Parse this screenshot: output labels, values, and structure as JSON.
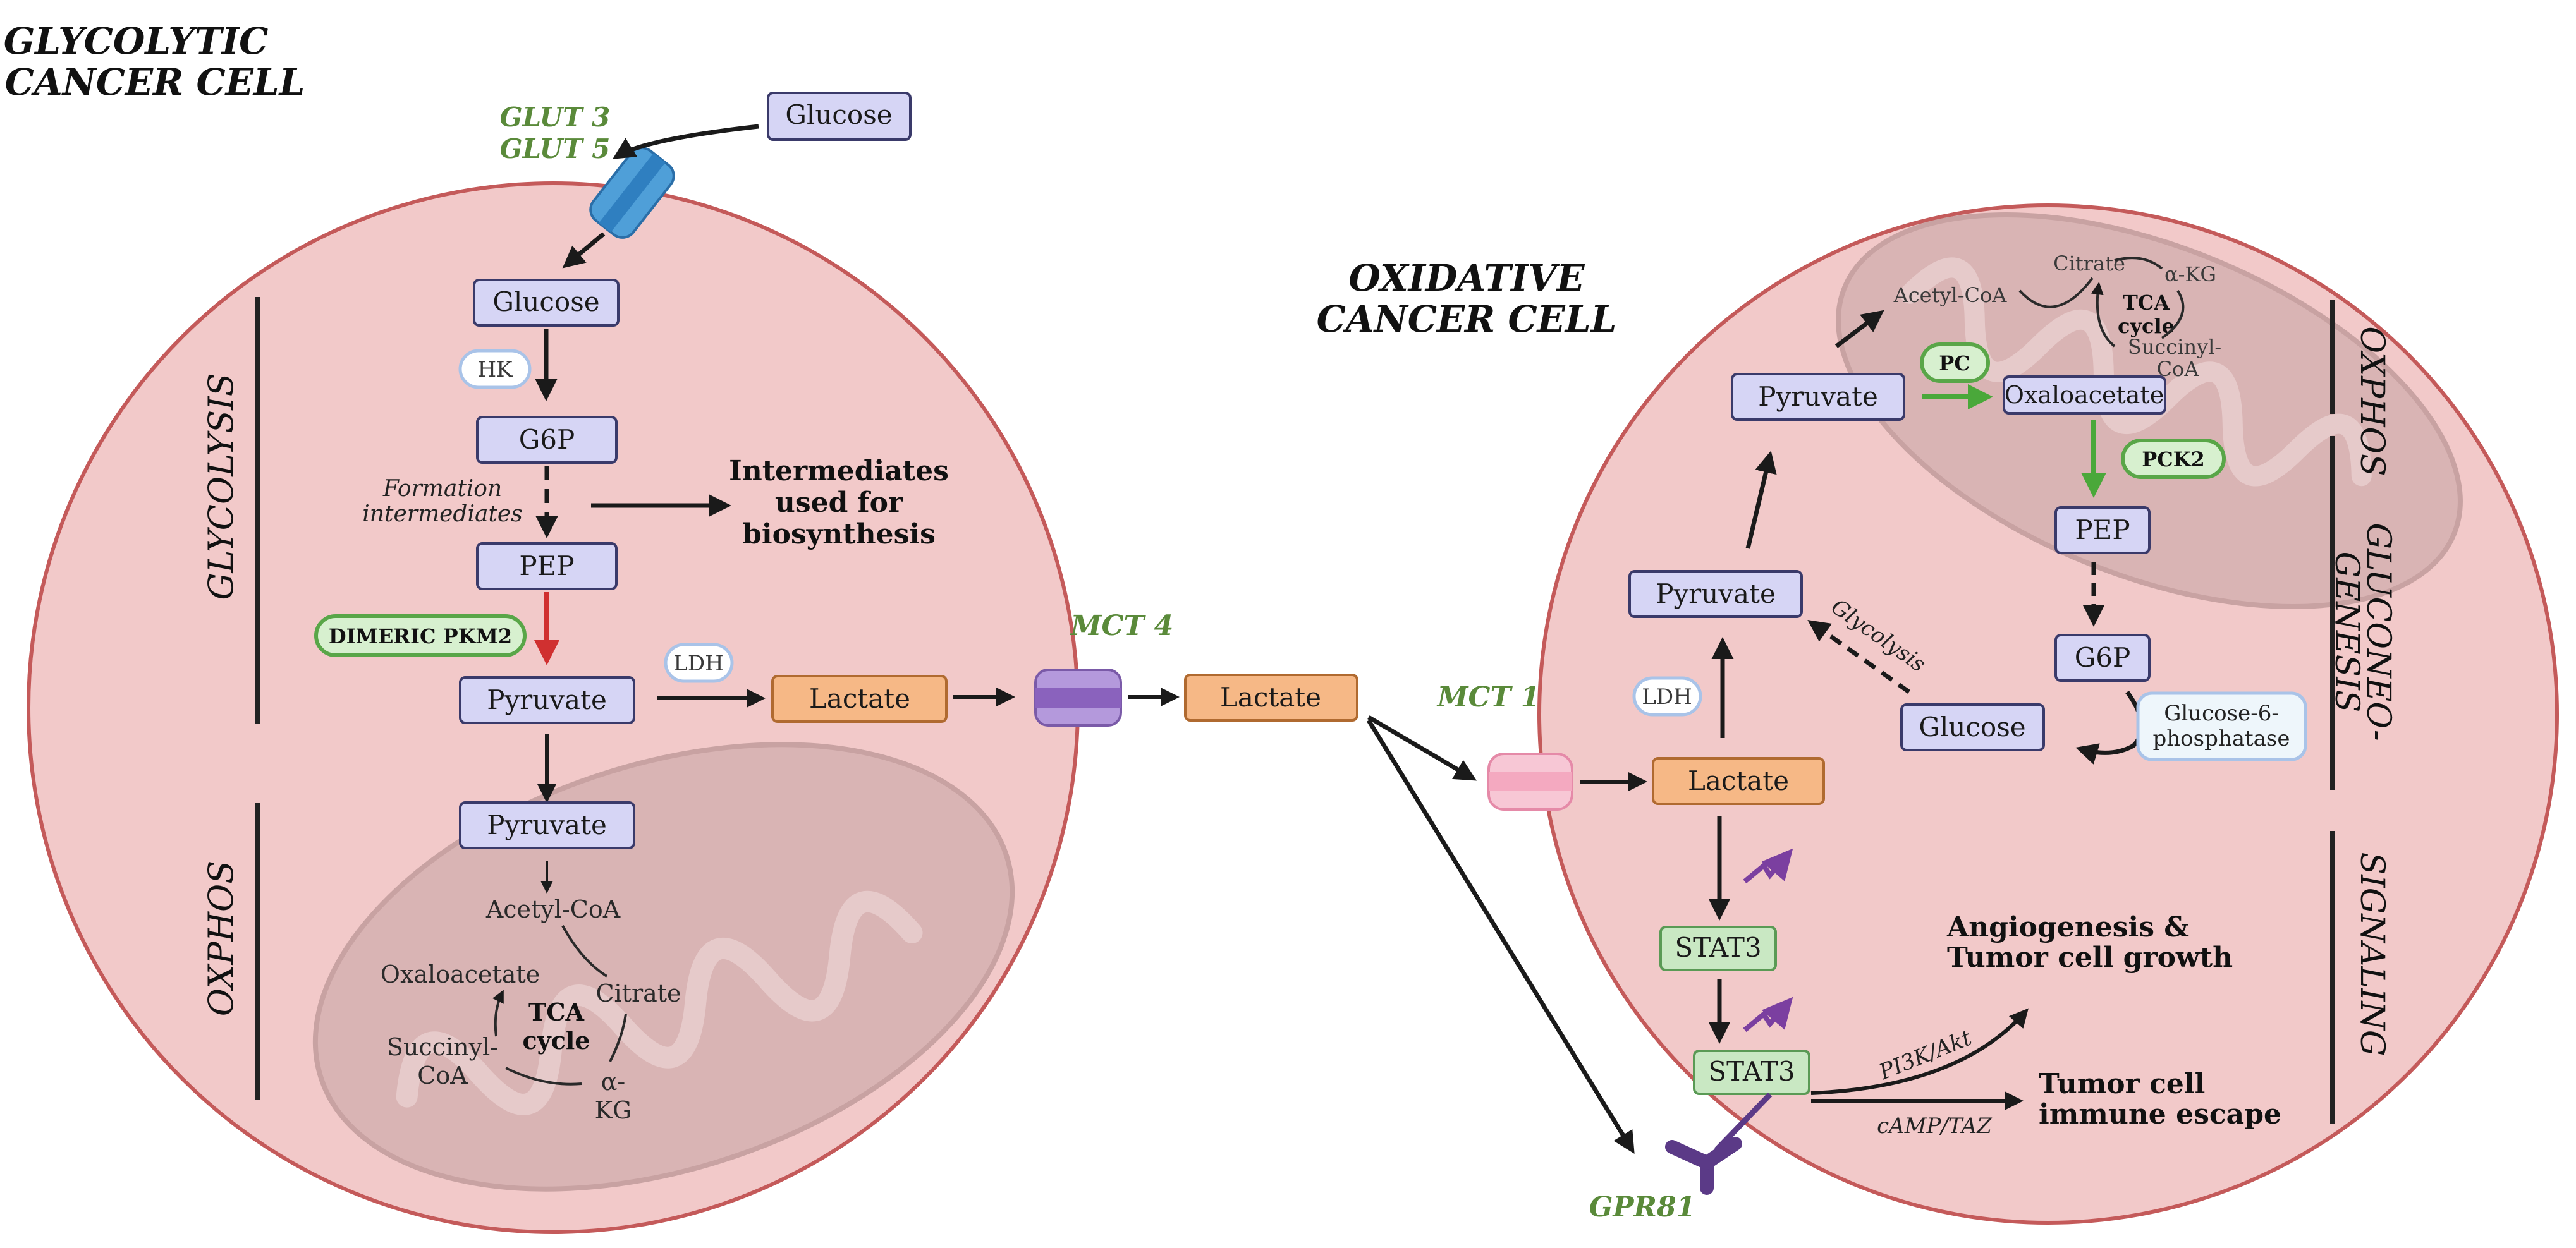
{
  "colors": {
    "cell_fill": "#f2c9c9",
    "cell_stroke": "#c45a5a",
    "mito_fill": "#d9b4b4",
    "metabolite_fill": "#d6d5f5",
    "metabolite_stroke": "#3a3a6a",
    "lactate_fill": "#f6b886",
    "lactate_stroke": "#b06a30",
    "stat_fill": "#c9e8c3",
    "stat_stroke": "#5a9a55",
    "enzyme_green_fill": "#d7f0cf",
    "enzyme_green_stroke": "#59a648",
    "transporter_label": "#5a8a3a",
    "red_arrow": "#d03030",
    "green_arrow": "#4aa83a",
    "signal_arrow": "#7b3fa0",
    "glut_blue": "#4f9fd8",
    "mct4_purple": "#9b78c8",
    "mct1_pink": "#f4b6c8",
    "gpr81_purple": "#5b3a87"
  },
  "left_cell": {
    "title_line1": "GLYCOLYTIC",
    "title_line2": "CANCER CELL",
    "glut_label_1": "GLUT 3",
    "glut_label_2": "GLUT 5",
    "outside_glucose": "Glucose",
    "glucose": "Glucose",
    "hk": "HK",
    "g6p": "G6P",
    "formation_1": "Formation",
    "formation_2": "intermediates",
    "intermediates_1": "Intermediates",
    "intermediates_2": "used for",
    "intermediates_3": "biosynthesis",
    "pep": "PEP",
    "pkm2": "DIMERIC PKM2",
    "pyruvate": "Pyruvate",
    "ldh": "LDH",
    "lactate": "Lactate",
    "pyruvate_mito": "Pyruvate",
    "acetyl_coa": "Acetyl-CoA",
    "oxaloacetate": "Oxaloacetate",
    "citrate": "Citrate",
    "tca_1": "TCA",
    "tca_2": "cycle",
    "succinyl_1": "Succinyl-",
    "succinyl_2": "CoA",
    "akg_1": "α-",
    "akg_2": "KG",
    "glycolysis_label": "GLYCOLYSIS",
    "oxphos_label": "OXPHOS"
  },
  "middle": {
    "mct4": "MCT 4",
    "lactate": "Lactate",
    "mct1": "MCT 1",
    "gpr81": "GPR81"
  },
  "right_cell": {
    "title_line1": "OXIDATIVE",
    "title_line2": "CANCER CELL",
    "acetyl_coa": "Acetyl-CoA",
    "citrate": "Citrate",
    "akg": "α-KG",
    "tca_1": "TCA",
    "tca_2": "cycle",
    "succinyl_1": "Succinyl-",
    "succinyl_2": "CoA",
    "pyruvate_top": "Pyruvate",
    "pc": "PC",
    "oxaloacetate": "Oxaloacetate",
    "pck2": "PCK2",
    "pep": "PEP",
    "g6p": "G6P",
    "glucose": "Glucose",
    "g6pase_1": "Glucose-6-",
    "g6pase_2": "phosphatase",
    "glycolysis_arrow": "Glycolysis",
    "pyruvate": "Pyruvate",
    "ldh": "LDH",
    "lactate": "Lactate",
    "stat3_1": "STAT3",
    "stat3_2": "STAT3",
    "angio_1": "Angiogenesis &",
    "angio_2": "Tumor cell growth",
    "pi3k": "PI3K/Akt",
    "camp": "cAMP/TAZ",
    "escape_1": "Tumor cell",
    "escape_2": "immune escape",
    "oxphos_label": "OXPHOS",
    "gluconeo_1": "GLUCONEO-",
    "gluconeo_2": "GENESIS",
    "signaling_label": "SIGNALING"
  }
}
